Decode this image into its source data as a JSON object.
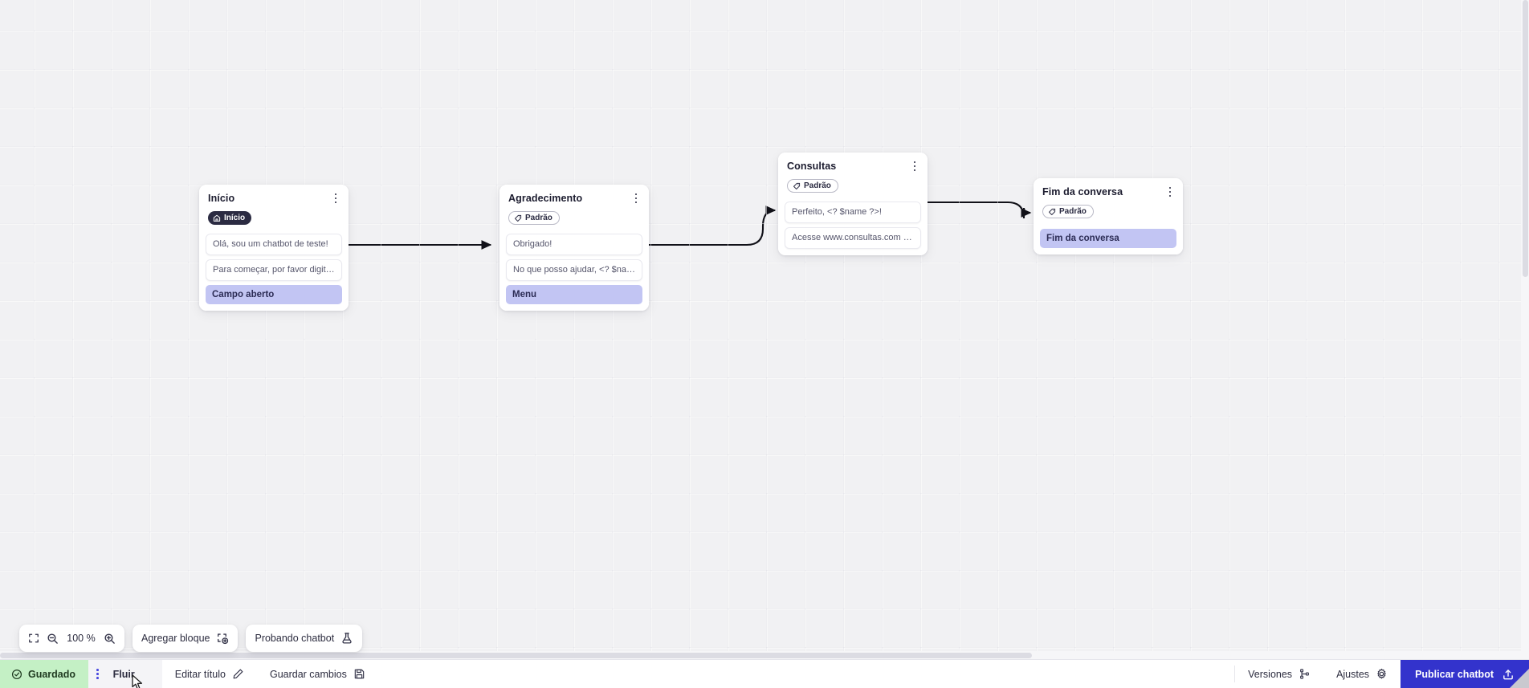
{
  "canvas": {
    "nodes": [
      {
        "id": "inicio",
        "title": "Início",
        "badge": {
          "label": "Início",
          "icon": "home-icon",
          "style": "dark"
        },
        "messages": [
          "Olá, sou um chatbot de teste!",
          "Para começar, por favor digite o ..."
        ],
        "footer": "Campo aberto"
      },
      {
        "id": "agradecimento",
        "title": "Agradecimento",
        "badge": {
          "label": "Padrão",
          "icon": "tag-icon",
          "style": "outline"
        },
        "messages": [
          "Obrigado!",
          "No que posso ajudar, <? $name ..."
        ],
        "footer": "Menu"
      },
      {
        "id": "consultas",
        "title": "Consultas",
        "badge": {
          "label": "Padrão",
          "icon": "tag-icon",
          "style": "outline"
        },
        "messages": [
          "Perfeito, <? $name ?>!",
          "Acesse www.consultas.com par..."
        ],
        "footer": null
      },
      {
        "id": "fim-da-conversa",
        "title": "Fim da conversa",
        "badge": {
          "label": "Padrão",
          "icon": "tag-icon",
          "style": "outline"
        },
        "messages": [],
        "footer": "Fim da conversa"
      }
    ]
  },
  "toolbar": {
    "fit_icon": "fit-screen-icon",
    "zoom_out_icon": "zoom-out-icon",
    "zoom_level": "100 %",
    "zoom_in_icon": "zoom-in-icon",
    "add_block_label": "Agregar bloque",
    "add_block_icon": "add-block-icon",
    "test_chatbot_label": "Probando chatbot",
    "test_chatbot_icon": "flask-icon"
  },
  "bottombar": {
    "saved_label": "Guardado",
    "saved_icon": "check-circle-icon",
    "more_icon": "vertical-dots-icon",
    "tab_flow_label": "Fluir",
    "edit_title_label": "Editar título",
    "edit_title_icon": "pencil-icon",
    "save_changes_label": "Guardar cambios",
    "save_changes_icon": "save-disk-icon",
    "versions_label": "Versiones",
    "versions_icon": "git-branch-icon",
    "settings_label": "Ajustes",
    "settings_icon": "gear-icon",
    "publish_label": "Publicar chatbot",
    "publish_icon": "upload-icon"
  },
  "colors": {
    "accent_blue": "#3333cc",
    "saved_green": "#c4f0c5",
    "chip_purple": "#c2c5f3",
    "badge_dark": "#2b2b42",
    "edge_black": "#111118"
  }
}
